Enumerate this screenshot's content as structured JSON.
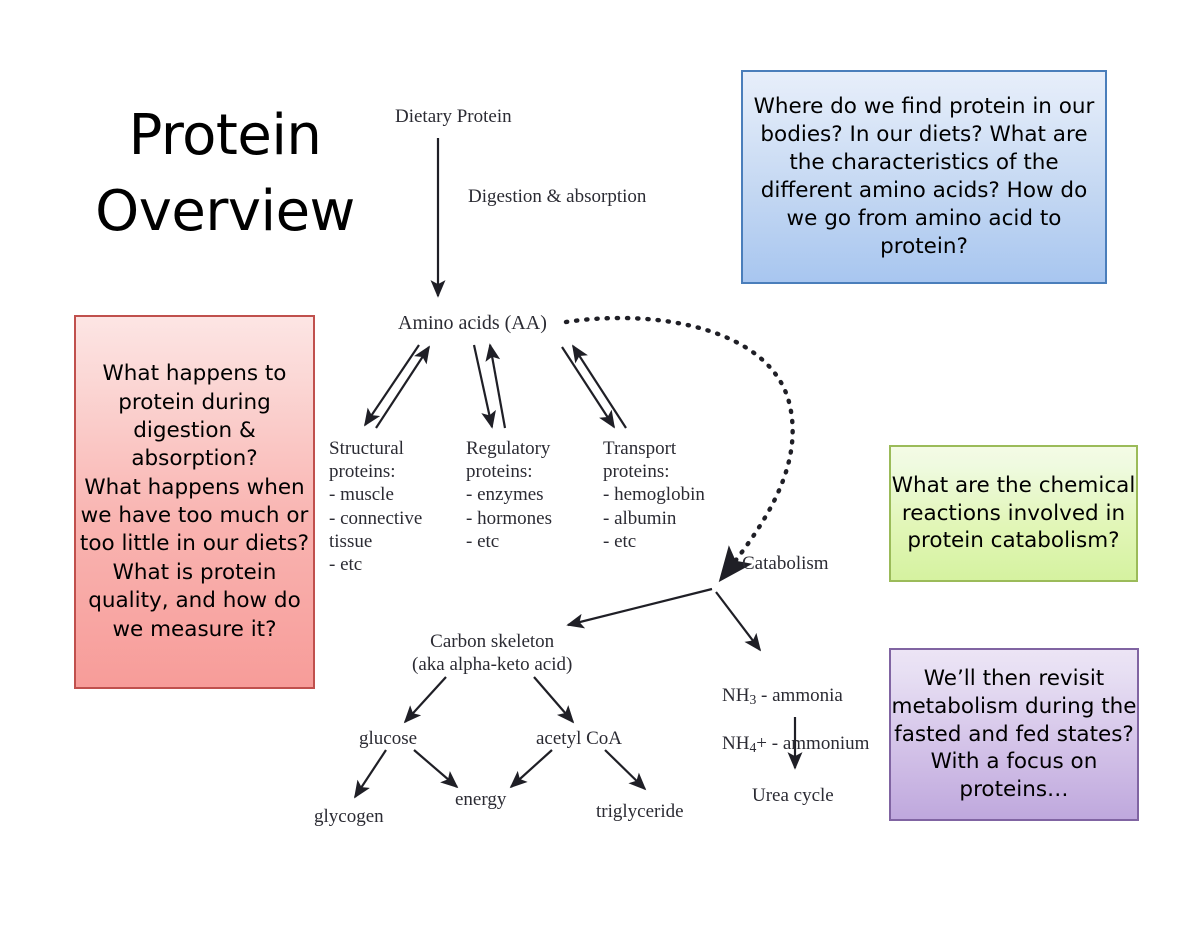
{
  "slide": {
    "title_lines": [
      "Protein",
      "Overview"
    ],
    "background_color": "#ffffff"
  },
  "callouts": [
    {
      "id": "blue",
      "text": "Where do we find protein in our bodies? In our diets? What are the characteristics of the different amino acids? How do we go from amino acid to protein?",
      "border_color": "#4a7ebb",
      "fill_top": "#e7eefa",
      "fill_bottom": "#a8c6f0"
    },
    {
      "id": "pink",
      "text": "What happens to protein during digestion & absorption?\nWhat happens when we have too much or too little in our diets? What is protein quality, and how do we measure it?",
      "border_color": "#c0504d",
      "fill_top": "#fde5e4",
      "fill_bottom": "#f79c99"
    },
    {
      "id": "green",
      "text": "What are the chemical reactions involved in protein catabolism?",
      "border_color": "#9bbb59",
      "fill_top": "#f4fbe5",
      "fill_bottom": "#d5f2a0"
    },
    {
      "id": "purple",
      "text": "We’ll then revisit metabolism during the fasted and fed states? With a focus on proteins…",
      "border_color": "#8064a2",
      "fill_top": "#ece4f5",
      "fill_bottom": "#bfa8dd"
    }
  ],
  "diagram": {
    "text_color": "#2b2b33",
    "nodes": {
      "dietary_protein": "Dietary Protein",
      "digestion": "Digestion & absorption",
      "amino_acids": "Amino acids (AA)",
      "structural": "Structural\nproteins:\n- muscle\n- connective\n   tissue\n- etc",
      "regulatory": "Regulatory\nproteins:\n- enzymes\n- hormones\n- etc",
      "transport": "Transport\nproteins:\n- hemoglobin\n- albumin\n- etc",
      "catabolism": "Catabolism",
      "carbon_skeleton": "Carbon skeleton\n(aka alpha-keto acid)",
      "glucose": "glucose",
      "acetyl_coa": "acetyl CoA",
      "glycogen": "glycogen",
      "energy": "energy",
      "triglyceride": "triglyceride",
      "urea_cycle": "Urea cycle"
    },
    "ammonia": {
      "line1_formula": "NH",
      "line1_sub": "3",
      "line1_rest": " - ammonia",
      "line2_formula": "NH",
      "line2_sub": "4",
      "line2_rest": "+ - ammonium"
    }
  }
}
